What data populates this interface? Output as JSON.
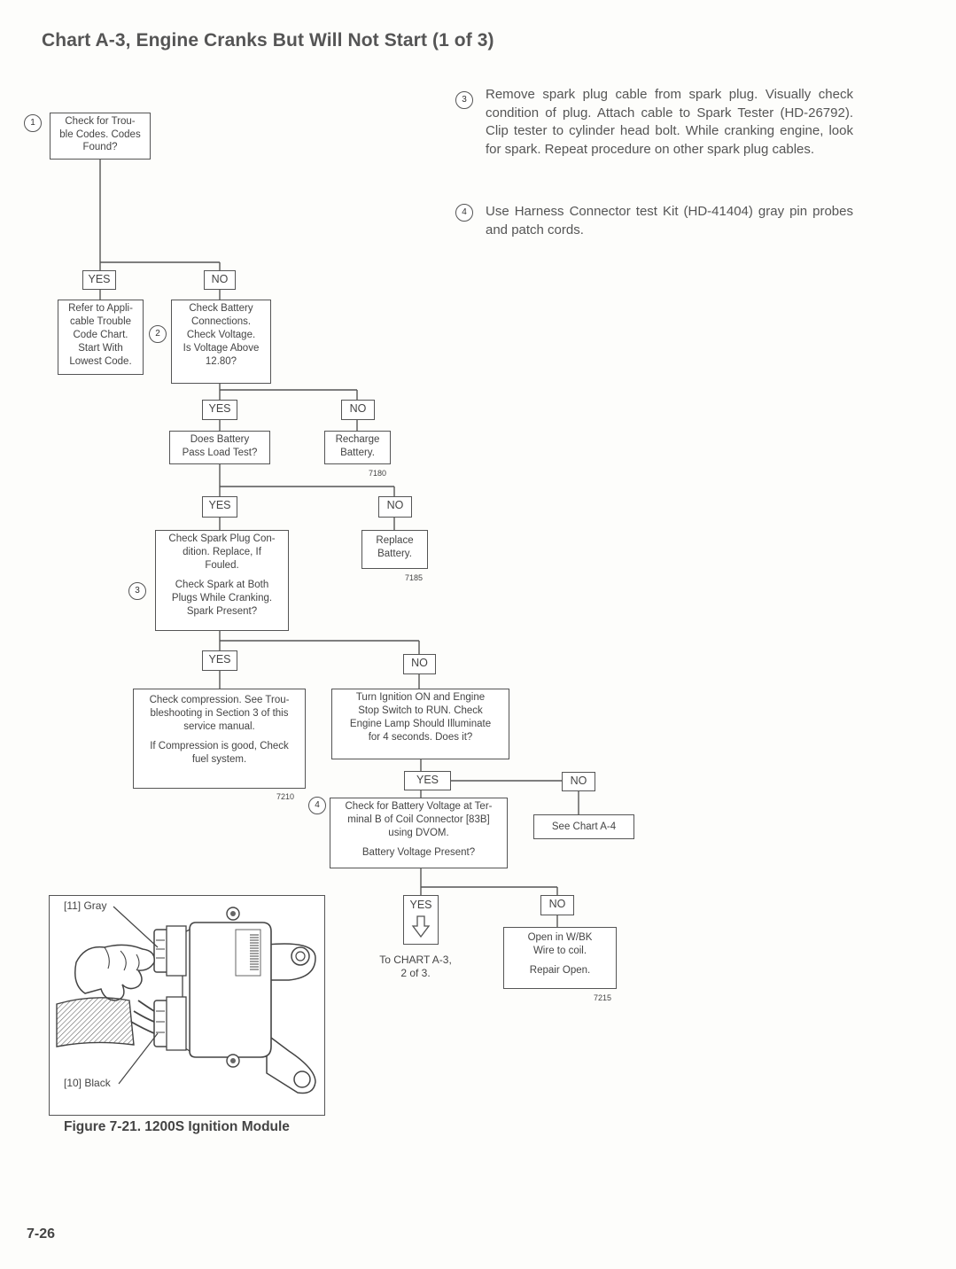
{
  "page": {
    "title": "Chart A-3, Engine Cranks But Will Not Start (1 of 3)",
    "page_number": "7-26"
  },
  "notes": {
    "n3": {
      "num": "3",
      "text": "Remove spark plug cable from spark plug. Visually check condition of plug. Attach cable to Spark Tester (HD-26792). Clip tester to cylinder head bolt. While cranking engine, look for spark. Repeat procedure on other spark plug cables."
    },
    "n4": {
      "num": "4",
      "text": "Use Harness Connector test Kit (HD-41404) gray pin probes and patch cords."
    }
  },
  "flow": {
    "b1": {
      "num": "1",
      "text": "Check for Trou-\nble Codes. Codes\nFound?"
    },
    "yes1": "YES",
    "no1": "NO",
    "b_refer": {
      "text": "Refer to Appli-\ncable Trouble\nCode Chart.\nStart With\nLowest Code."
    },
    "b2": {
      "num": "2",
      "text": "Check Battery\nConnections.\nCheck Voltage.\nIs Voltage Above\n12.80?"
    },
    "yes2": "YES",
    "no2": "NO",
    "b_load": {
      "text": "Does Battery\nPass Load Test?"
    },
    "b_recharge": {
      "text": "Recharge\nBattery."
    },
    "code_7180": "7180",
    "yes3": "YES",
    "no3": "NO",
    "b3": {
      "num": "3",
      "text_a": "Check Spark Plug Con-\ndition. Replace, If\nFouled.",
      "text_b": "Check Spark at Both\nPlugs While Cranking.\nSpark Present?"
    },
    "b_replace": {
      "text": "Replace\nBattery."
    },
    "code_7185": "7185",
    "yes4": "YES",
    "no4": "NO",
    "b_compression": {
      "text_a": "Check compression. See Trou-\nbleshooting in Section 3 of this\nservice manual.",
      "text_b": "If Compression is good, Check\nfuel system."
    },
    "code_7210": "7210",
    "b_ignition": {
      "text": "Turn Ignition ON and Engine\nStop Switch to RUN. Check\nEngine Lamp Should Illuminate\nfor 4 seconds. Does it?"
    },
    "yes5": "YES",
    "no5": "NO",
    "b_chart_a4": {
      "text": "See Chart A-4"
    },
    "b4": {
      "num": "4",
      "text_a": "Check for Battery Voltage at Ter-\nminal B of Coil Connector [83B]\nusing DVOM.",
      "text_b": "Battery Voltage Present?"
    },
    "yes6": "YES",
    "no6": "NO",
    "to_chart": "To CHART A-3,\n2 of 3.",
    "b_open": {
      "text_a": "Open in W/BK\nWire to coil.",
      "text_b": "Repair Open."
    },
    "code_7215": "7215"
  },
  "figure": {
    "caption": "Figure 7-21. 1200S Ignition Module",
    "label_gray": "[11] Gray",
    "label_black": "[10] Black"
  }
}
